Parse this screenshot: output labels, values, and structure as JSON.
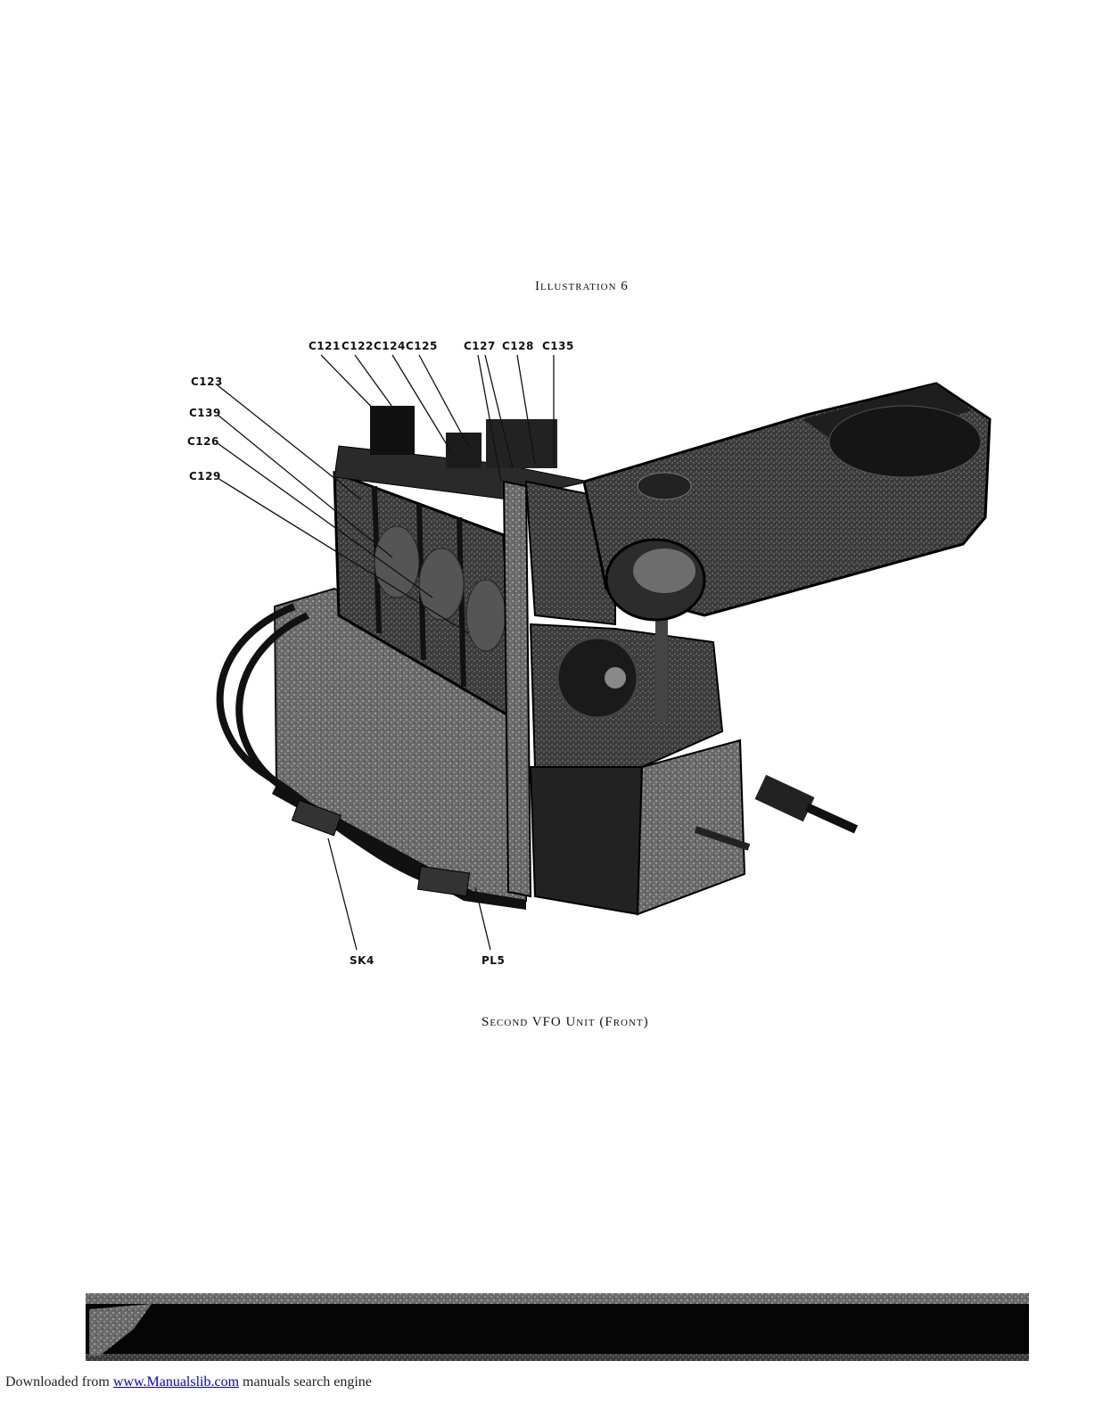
{
  "page": {
    "heading": "Illustration 6",
    "caption": "Second VFO Unit (Front)"
  },
  "figure": {
    "callouts_top": [
      "C121",
      "C122",
      "C124",
      "C125",
      "C127",
      "C128",
      "C135"
    ],
    "callouts_left": [
      "C123",
      "C139",
      "C126",
      "C129"
    ],
    "callouts_bottom": [
      "SK4",
      "PL5"
    ]
  },
  "footer": {
    "prefix": "Downloaded from ",
    "link_text": "www.Manualslib.com",
    "suffix": "  manuals search engine"
  }
}
